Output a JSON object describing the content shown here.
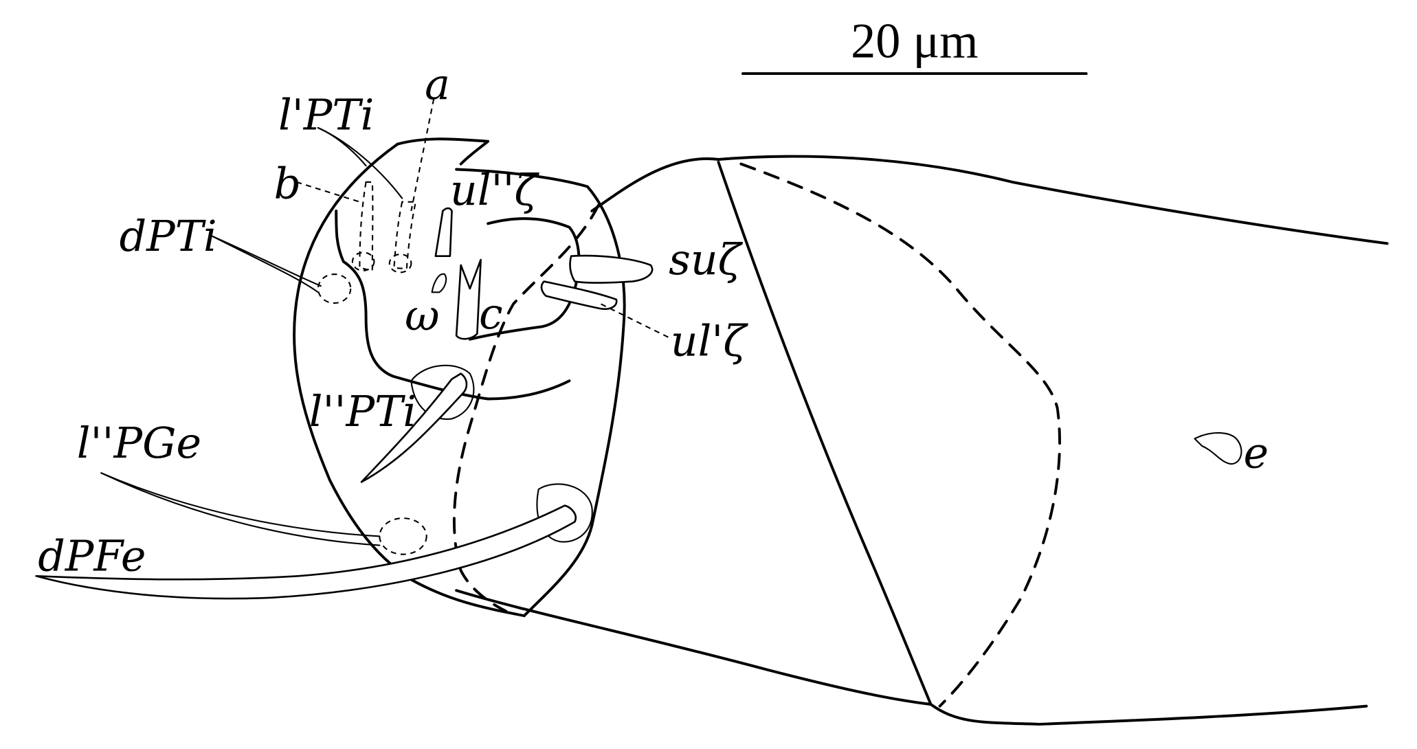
{
  "scale_bar": {
    "label": "20 μm"
  },
  "labels": {
    "a": "a",
    "lPTi_prime": "l'PTi",
    "b": "b",
    "ul_double": "ul''ζ",
    "dPTi": "dPTi",
    "su": "suζ",
    "omega": "ω",
    "c": "c",
    "ul_prime": "ul'ζ",
    "lPTi_double": "l''PTi",
    "lPGe": "l''PGe",
    "dPFe": "dPFe",
    "e": "e"
  }
}
